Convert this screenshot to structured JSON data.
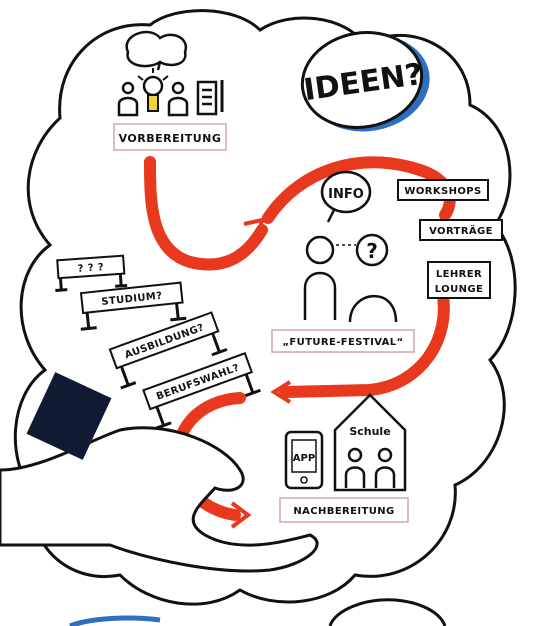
{
  "title_bubble": "IDEEN?",
  "stages": {
    "preparation": "VORBEREITUNG",
    "festival": "„FUTURE-FESTIVAL“",
    "followup": "NACHBEREITUNG"
  },
  "festival_tags": {
    "workshops": "WORKSHOPS",
    "talks": "VORTRÄGE",
    "lounge_line1": "LEHRER",
    "lounge_line2": "LOUNGE"
  },
  "speech_info": "INFO",
  "speech_question": "?",
  "hurdles": {
    "top": "? ? ?",
    "study": "STUDIUM?",
    "training": "AUSBILDUNG?",
    "career": "BERUFSWAHL?"
  },
  "school_label": "Schule",
  "app_label": "APP",
  "colors": {
    "accent_red": "#e8391e",
    "ink": "#111111",
    "frame_blue": "#2f6fc0",
    "box_border": "#d9a3a3"
  }
}
